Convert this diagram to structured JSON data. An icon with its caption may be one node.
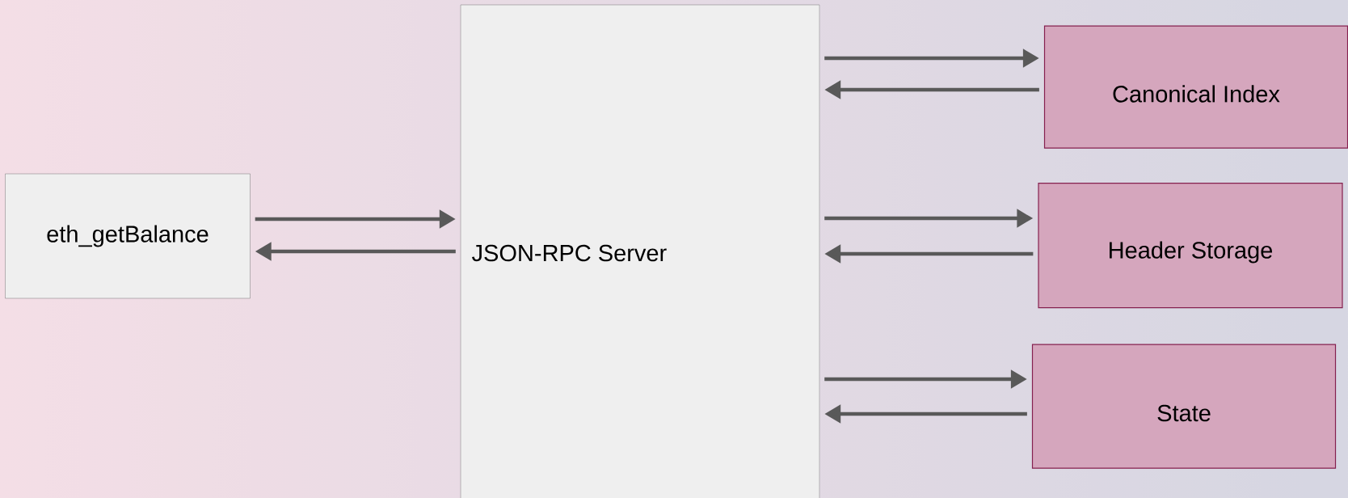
{
  "diagram": {
    "nodes": [
      {
        "text": [
          "eth_getBalance"
        ]
      },
      {
        "text": [
          "JSON-RPC Server"
        ]
      },
      {
        "text": [
          "Canonical Index"
        ]
      },
      {
        "text": [
          "Header Storage"
        ]
      },
      {
        "text": [
          "State"
        ]
      }
    ],
    "edges": [
      {
        "from": 0,
        "to": 1,
        "arrow": "to"
      },
      {
        "from": 1,
        "to": 0,
        "arrow": "to"
      },
      {
        "from": 1,
        "to": 2,
        "arrow": "to"
      },
      {
        "from": 2,
        "to": 1,
        "arrow": "to"
      },
      {
        "from": 1,
        "to": 3,
        "arrow": "to"
      },
      {
        "from": 3,
        "to": 1,
        "arrow": "to"
      },
      {
        "from": 1,
        "to": 4,
        "arrow": "to"
      },
      {
        "from": 4,
        "to": 1,
        "arrow": "to"
      }
    ]
  }
}
